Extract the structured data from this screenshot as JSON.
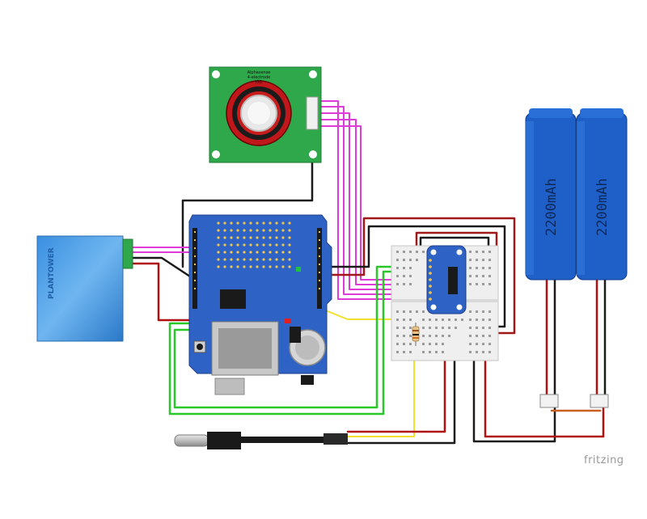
{
  "gas_sensor": {
    "brand": "Alphasense",
    "type": "4-electrode",
    "model": "ISB"
  },
  "pm_sensor": {
    "label": "PLANTOWER"
  },
  "batteries": [
    {
      "label": "2200mAh"
    },
    {
      "label": "2200mAh"
    }
  ],
  "watermark": "fritzing"
}
